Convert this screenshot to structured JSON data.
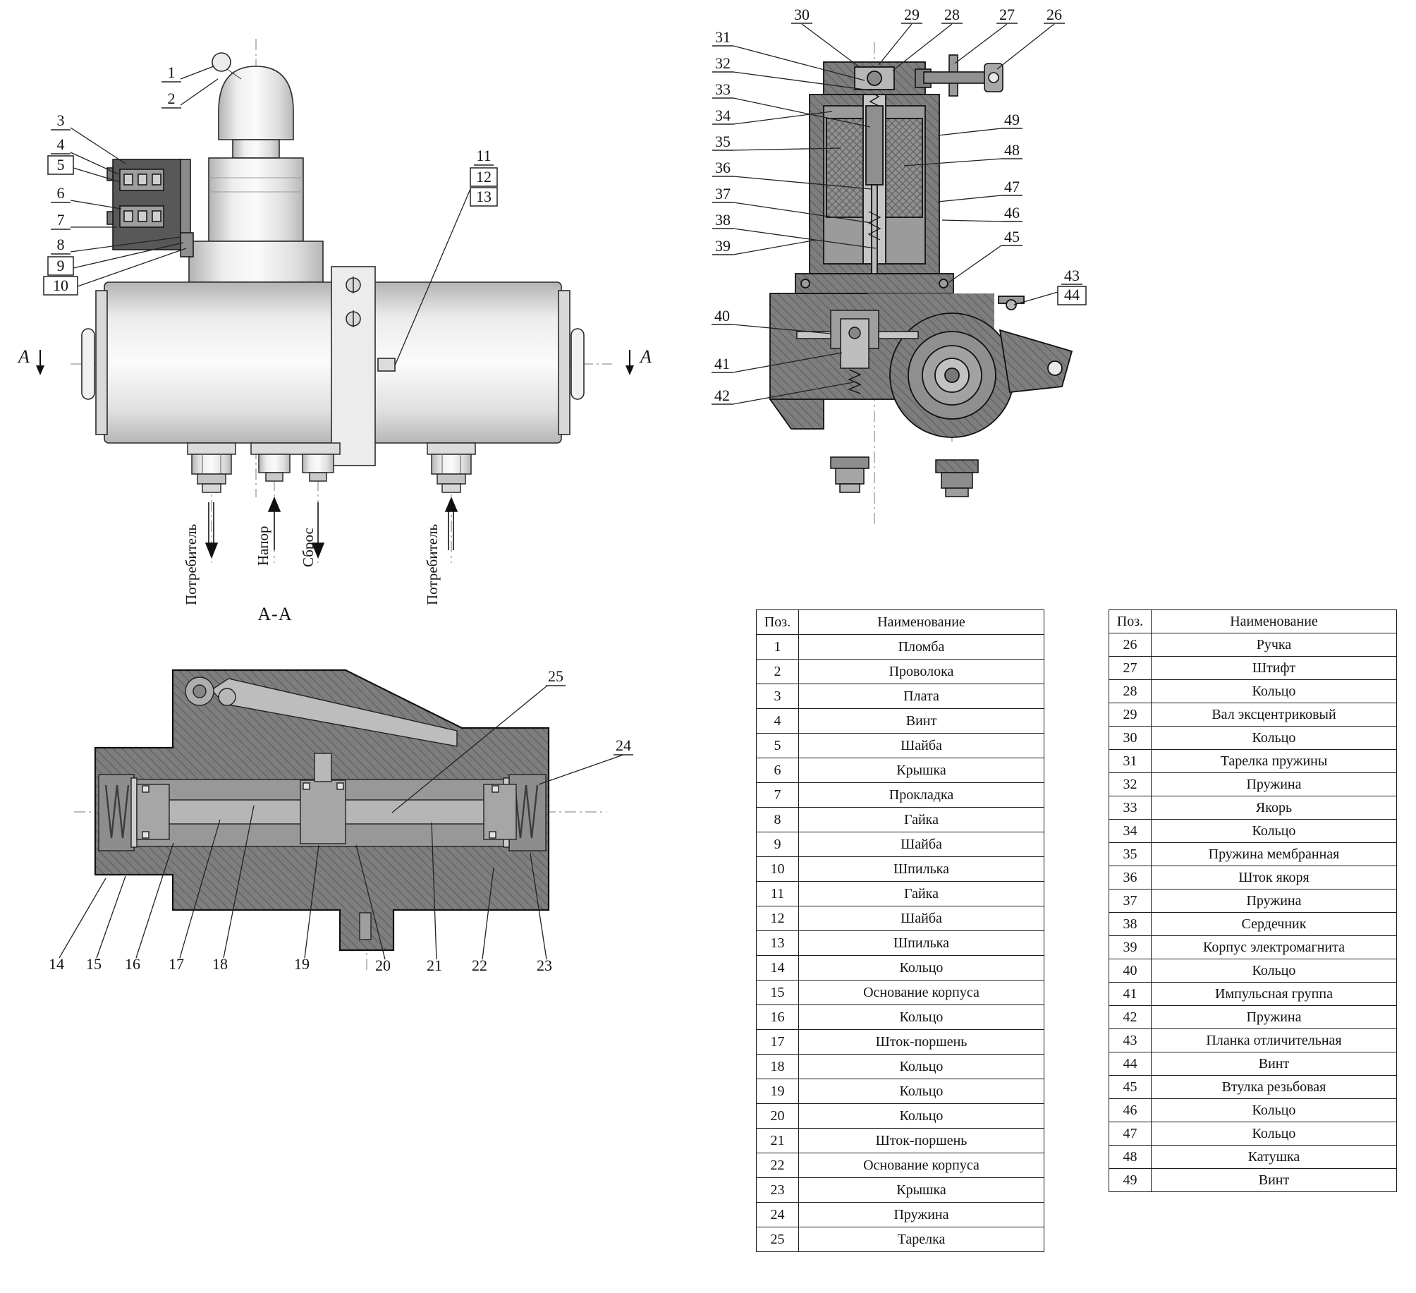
{
  "palette": {
    "ink": "#1c1c1c",
    "section_gray": "#7d7d7d",
    "paper": "#ffffff"
  },
  "sheet": {
    "section_title": "А-А",
    "section_marker": "A",
    "port_labels": {
      "consumer_left": "Потребитель",
      "pressure": "Напор",
      "discharge": "Сброс",
      "consumer_right": "Потребитель"
    }
  },
  "callouts": {
    "side_view": [
      "1",
      "2",
      "3",
      "4",
      "5",
      "6",
      "7",
      "8",
      "9",
      "10",
      "11",
      "12",
      "13"
    ],
    "section_aa": [
      "14",
      "15",
      "16",
      "17",
      "18",
      "19",
      "20",
      "21",
      "22",
      "23",
      "24",
      "25"
    ],
    "solenoid_view": [
      "26",
      "27",
      "28",
      "29",
      "30",
      "31",
      "32",
      "33",
      "34",
      "35",
      "36",
      "37",
      "38",
      "39",
      "40",
      "41",
      "42",
      "43",
      "44",
      "45",
      "46",
      "47",
      "48",
      "49"
    ]
  },
  "parts_table_left": {
    "headers": [
      "Поз.",
      "Наименование"
    ],
    "rows": [
      [
        "1",
        "Пломба"
      ],
      [
        "2",
        "Проволока"
      ],
      [
        "3",
        "Плата"
      ],
      [
        "4",
        "Винт"
      ],
      [
        "5",
        "Шайба"
      ],
      [
        "6",
        "Крышка"
      ],
      [
        "7",
        "Прокладка"
      ],
      [
        "8",
        "Гайка"
      ],
      [
        "9",
        "Шайба"
      ],
      [
        "10",
        "Шпилька"
      ],
      [
        "11",
        "Гайка"
      ],
      [
        "12",
        "Шайба"
      ],
      [
        "13",
        "Шпилька"
      ],
      [
        "14",
        "Кольцо"
      ],
      [
        "15",
        "Основание корпуса"
      ],
      [
        "16",
        "Кольцо"
      ],
      [
        "17",
        "Шток-поршень"
      ],
      [
        "18",
        "Кольцо"
      ],
      [
        "19",
        "Кольцо"
      ],
      [
        "20",
        "Кольцо"
      ],
      [
        "21",
        "Шток-поршень"
      ],
      [
        "22",
        "Основание корпуса"
      ],
      [
        "23",
        "Крышка"
      ],
      [
        "24",
        "Пружина"
      ],
      [
        "25",
        "Тарелка"
      ]
    ]
  },
  "parts_table_right": {
    "headers": [
      "Поз.",
      "Наименование"
    ],
    "rows": [
      [
        "26",
        "Ручка"
      ],
      [
        "27",
        "Штифт"
      ],
      [
        "28",
        "Кольцо"
      ],
      [
        "29",
        "Вал эксцентриковый"
      ],
      [
        "30",
        "Кольцо"
      ],
      [
        "31",
        "Тарелка пружины"
      ],
      [
        "32",
        "Пружина"
      ],
      [
        "33",
        "Якорь"
      ],
      [
        "34",
        "Кольцо"
      ],
      [
        "35",
        "Пружина мембранная"
      ],
      [
        "36",
        "Шток якоря"
      ],
      [
        "37",
        "Пружина"
      ],
      [
        "38",
        "Сердечник"
      ],
      [
        "39",
        "Корпус электромагнита"
      ],
      [
        "40",
        "Кольцо"
      ],
      [
        "41",
        "Импульсная группа"
      ],
      [
        "42",
        "Пружина"
      ],
      [
        "43",
        "Планка отличительная"
      ],
      [
        "44",
        "Винт"
      ],
      [
        "45",
        "Втулка резьбовая"
      ],
      [
        "46",
        "Кольцо"
      ],
      [
        "47",
        "Кольцо"
      ],
      [
        "48",
        "Катушка"
      ],
      [
        "49",
        "Винт"
      ]
    ]
  }
}
